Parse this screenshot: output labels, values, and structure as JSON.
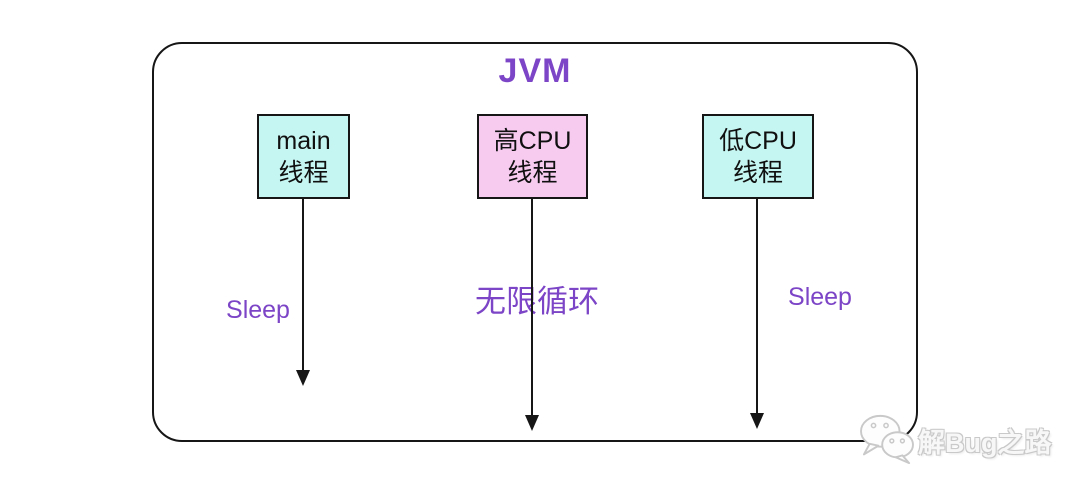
{
  "colors": {
    "accent_purple": "#7c44c6",
    "node_cyan": "#c6f6f2",
    "node_pink": "#f7cbf0",
    "line_black": "#161616",
    "watermark_gray": "#c9c9c9"
  },
  "diagram": {
    "container_label": "JVM",
    "nodes": [
      {
        "id": "main-thread",
        "line1": "main",
        "line2": "线程",
        "fill": "#c6f6f2"
      },
      {
        "id": "high-cpu-thread",
        "line1": "高CPU",
        "line2": "线程",
        "fill": "#f7cbf0"
      },
      {
        "id": "low-cpu-thread",
        "line1": "低CPU",
        "line2": "线程",
        "fill": "#c6f6f2"
      }
    ],
    "annotations": [
      {
        "id": "sleep-left",
        "text": "Sleep"
      },
      {
        "id": "infinite-loop",
        "text": "无限循环"
      },
      {
        "id": "sleep-right",
        "text": "Sleep"
      }
    ]
  },
  "watermark": {
    "text": "解Bug之路",
    "icon": "wechat-icon"
  }
}
